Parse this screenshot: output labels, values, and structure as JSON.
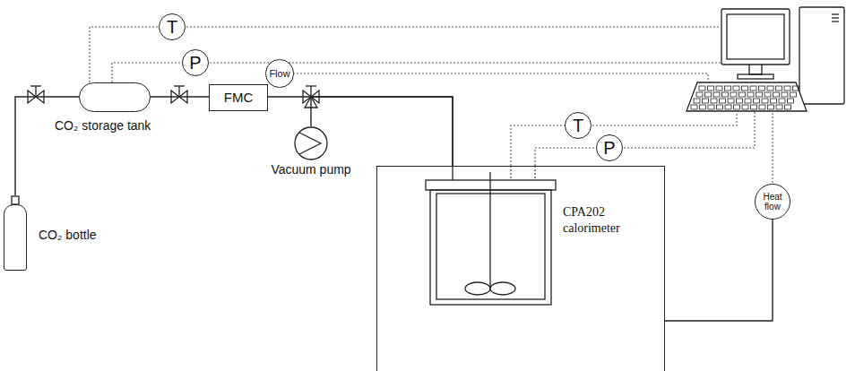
{
  "diagram": {
    "nodes": [
      {
        "text": [
          "CO₂ bottle"
        ]
      },
      {
        "text": [
          "CO₂ storage tank"
        ]
      },
      {
        "text": [
          "T"
        ]
      },
      {
        "text": [
          "P"
        ]
      },
      {
        "text": [
          "FMC"
        ]
      },
      {
        "text": [
          "Flow"
        ]
      },
      {
        "text": [
          "Vacuum pump"
        ]
      },
      {
        "text": [
          "CPA202 calorimeter"
        ]
      },
      {
        "text": [
          "T"
        ]
      },
      {
        "text": [
          "P"
        ]
      },
      {
        "text": [
          "Heat flow"
        ]
      }
    ],
    "edges": [
      {
        "from": 0,
        "to": 1,
        "arrow": "none"
      },
      {
        "from": 1,
        "to": 4,
        "arrow": "none"
      },
      {
        "from": 4,
        "to": 7,
        "arrow": "none"
      },
      {
        "from": 6,
        "to": 7,
        "arrow": "none"
      },
      {
        "from": 1,
        "to": 2,
        "arrow": "none"
      },
      {
        "from": 1,
        "to": 3,
        "arrow": "none"
      },
      {
        "from": 4,
        "to": 5,
        "arrow": "none"
      },
      {
        "from": 7,
        "to": 8,
        "arrow": "none"
      },
      {
        "from": 7,
        "to": 9,
        "arrow": "none"
      },
      {
        "from": 7,
        "to": 10,
        "arrow": "none"
      }
    ]
  }
}
